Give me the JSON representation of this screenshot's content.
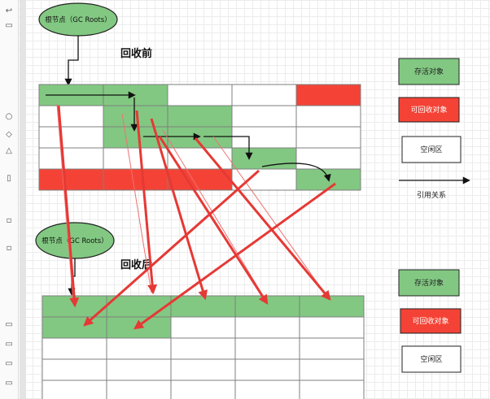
{
  "root_label": "根节点（GC Roots）",
  "title_before": "回收前",
  "title_after": "回收后",
  "legend": {
    "live": "存活对象",
    "garbage": "可回收对象",
    "free": "空闲区",
    "reference": "引用关系"
  },
  "colors": {
    "live": "#82c882",
    "garbage": "#f44336",
    "free": "#ffffff"
  },
  "before_grid": [
    [
      "live",
      "live",
      "free",
      "free",
      "garbage"
    ],
    [
      "free",
      "live",
      "live",
      "free",
      "free"
    ],
    [
      "free",
      "live",
      "live",
      "free",
      "free"
    ],
    [
      "free",
      "free",
      "free",
      "live",
      "free"
    ],
    [
      "garbage",
      "garbage",
      "garbage",
      "free",
      "live"
    ]
  ],
  "after_grid": [
    [
      "live",
      "live",
      "live",
      "live",
      "live"
    ],
    [
      "live",
      "live",
      "free",
      "free",
      "free"
    ],
    [
      "free",
      "free",
      "free",
      "free",
      "free"
    ],
    [
      "free",
      "free",
      "free",
      "free",
      "free"
    ],
    [
      "free",
      "free",
      "free",
      "free",
      "free"
    ]
  ]
}
